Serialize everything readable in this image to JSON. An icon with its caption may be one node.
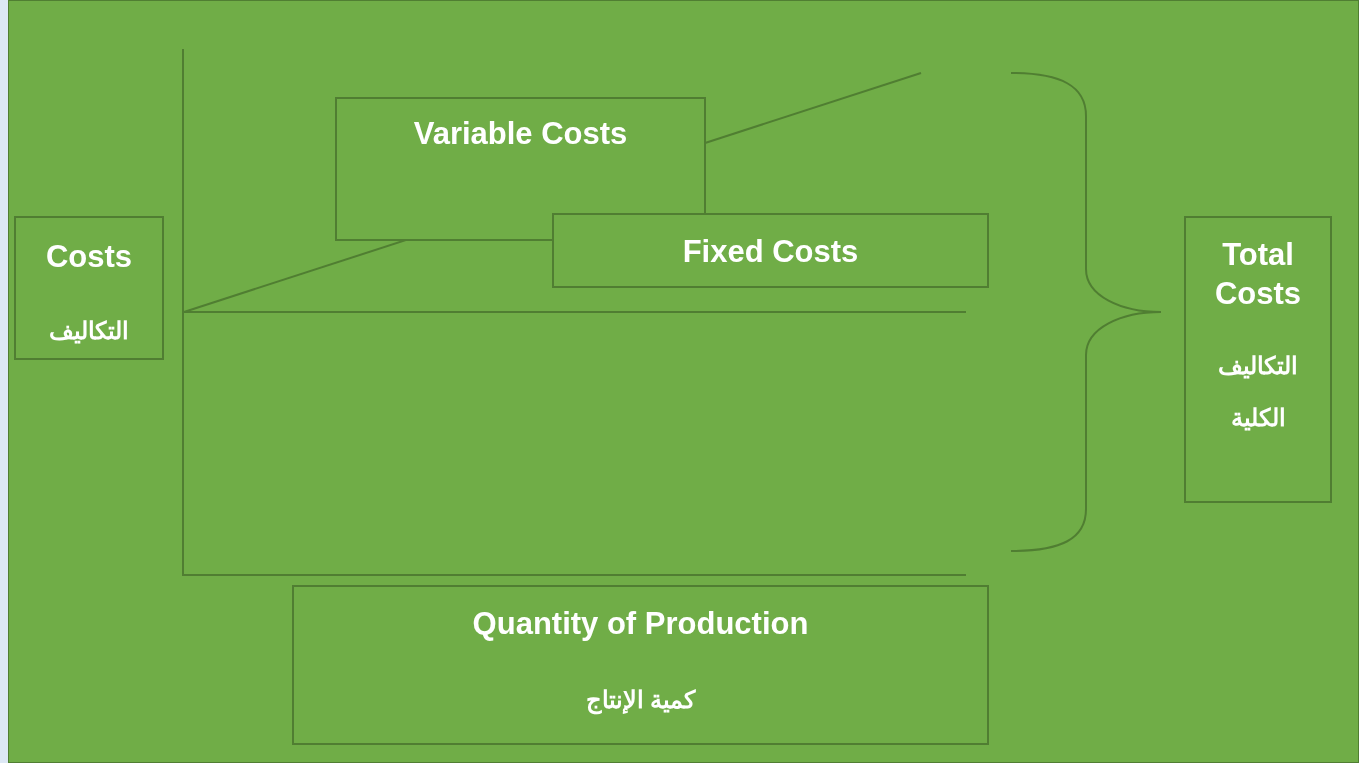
{
  "diagram": {
    "nodes": [
      {
        "text": [
          "Costs",
          "التكاليف"
        ]
      },
      {
        "text": [
          "Variable Costs"
        ]
      },
      {
        "text": [
          "Fixed Costs"
        ]
      },
      {
        "text": [
          "Total Costs",
          "التكاليف الكلية"
        ]
      },
      {
        "text": [
          "Quantity of Production",
          "كمية الإنتاج"
        ]
      }
    ]
  }
}
